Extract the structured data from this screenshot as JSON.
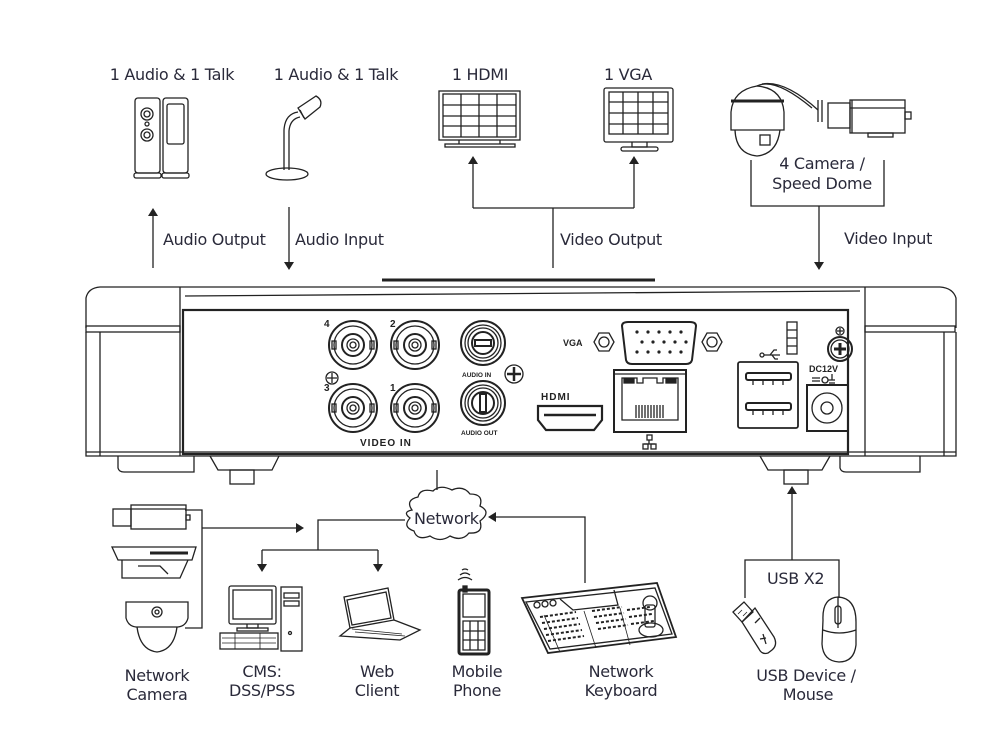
{
  "top": {
    "speakers_label": "1 Audio  & 1 Talk",
    "mic_label": "1 Audio & 1 Talk",
    "hdmi_monitor_label": "1 HDMI",
    "vga_monitor_label": "1 VGA",
    "cameras_label_line1": "4  Camera /",
    "cameras_label_line2": "Speed Dome",
    "audio_output": "Audio  Output",
    "audio_input": "Audio  Input",
    "video_output": "Video Output",
    "video_input": "Video Input"
  },
  "panel": {
    "bnc_ports": [
      "4",
      "2",
      "3",
      "1"
    ],
    "video_in": "VIDEO IN",
    "audio_in": "AUDIO IN",
    "audio_out": "AUDIO OUT",
    "vga": "VGA",
    "hdmi": "HDMI",
    "power": "DC12V"
  },
  "bottom": {
    "network": "Network",
    "network_camera_line1": "Network",
    "network_camera_line2": "Camera",
    "cms_line1": "CMS:",
    "cms_line2": "DSS/PSS",
    "web_line1": "Web",
    "web_line2": "Client",
    "mobile_line1": "Mobile",
    "mobile_line2": "Phone",
    "keyboard_line1": "Network",
    "keyboard_line2": "Keyboard",
    "usb_x2": "USB X2",
    "usb_device_line1": "USB Device /",
    "usb_device_line2": "Mouse"
  }
}
